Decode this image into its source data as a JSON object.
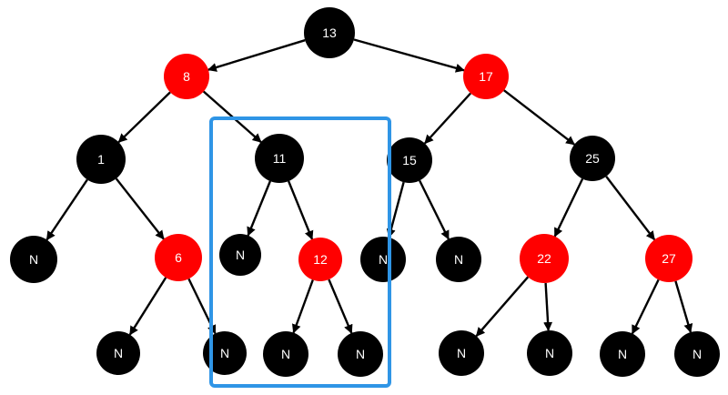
{
  "colors": {
    "red": "#ff0000",
    "black": "#000000",
    "highlight": "#2f95e6",
    "label": "#ffffff"
  },
  "tree": {
    "nodes": [
      {
        "id": "n13",
        "label": "13",
        "color": "black"
      },
      {
        "id": "n8",
        "label": "8",
        "color": "red"
      },
      {
        "id": "n17",
        "label": "17",
        "color": "red"
      },
      {
        "id": "n1",
        "label": "1",
        "color": "black"
      },
      {
        "id": "n11",
        "label": "11",
        "color": "black"
      },
      {
        "id": "n15",
        "label": "15",
        "color": "black"
      },
      {
        "id": "n25",
        "label": "25",
        "color": "black"
      },
      {
        "id": "nil1a",
        "label": "N",
        "color": "black"
      },
      {
        "id": "n6",
        "label": "6",
        "color": "red"
      },
      {
        "id": "nil11a",
        "label": "N",
        "color": "black"
      },
      {
        "id": "n12",
        "label": "12",
        "color": "red"
      },
      {
        "id": "nil15a",
        "label": "N",
        "color": "black"
      },
      {
        "id": "nil15b",
        "label": "N",
        "color": "black"
      },
      {
        "id": "n22",
        "label": "22",
        "color": "red"
      },
      {
        "id": "n27",
        "label": "27",
        "color": "red"
      },
      {
        "id": "nil6a",
        "label": "N",
        "color": "black"
      },
      {
        "id": "nil6b",
        "label": "N",
        "color": "black"
      },
      {
        "id": "nil12a",
        "label": "N",
        "color": "black"
      },
      {
        "id": "nil12b",
        "label": "N",
        "color": "black"
      },
      {
        "id": "nil22a",
        "label": "N",
        "color": "black"
      },
      {
        "id": "nil22b",
        "label": "N",
        "color": "black"
      },
      {
        "id": "nil27a",
        "label": "N",
        "color": "black"
      },
      {
        "id": "nil27b",
        "label": "N",
        "color": "black"
      }
    ],
    "edges": [
      {
        "from": "n13",
        "to": "n8"
      },
      {
        "from": "n13",
        "to": "n17"
      },
      {
        "from": "n8",
        "to": "n1"
      },
      {
        "from": "n8",
        "to": "n11"
      },
      {
        "from": "n17",
        "to": "n15"
      },
      {
        "from": "n17",
        "to": "n25"
      },
      {
        "from": "n1",
        "to": "nil1a"
      },
      {
        "from": "n1",
        "to": "n6"
      },
      {
        "from": "n11",
        "to": "nil11a"
      },
      {
        "from": "n11",
        "to": "n12"
      },
      {
        "from": "n15",
        "to": "nil15a"
      },
      {
        "from": "n15",
        "to": "nil15b"
      },
      {
        "from": "n25",
        "to": "n22"
      },
      {
        "from": "n25",
        "to": "n27"
      },
      {
        "from": "n6",
        "to": "nil6a"
      },
      {
        "from": "n6",
        "to": "nil6b"
      },
      {
        "from": "n12",
        "to": "nil12a"
      },
      {
        "from": "n12",
        "to": "nil12b"
      },
      {
        "from": "n22",
        "to": "nil22a"
      },
      {
        "from": "n22",
        "to": "nil22b"
      },
      {
        "from": "n27",
        "to": "nil27a"
      },
      {
        "from": "n27",
        "to": "nil27b"
      }
    ],
    "highlighted_subtree": [
      "n11",
      "nil11a",
      "n12",
      "nil12a",
      "nil12b"
    ]
  }
}
